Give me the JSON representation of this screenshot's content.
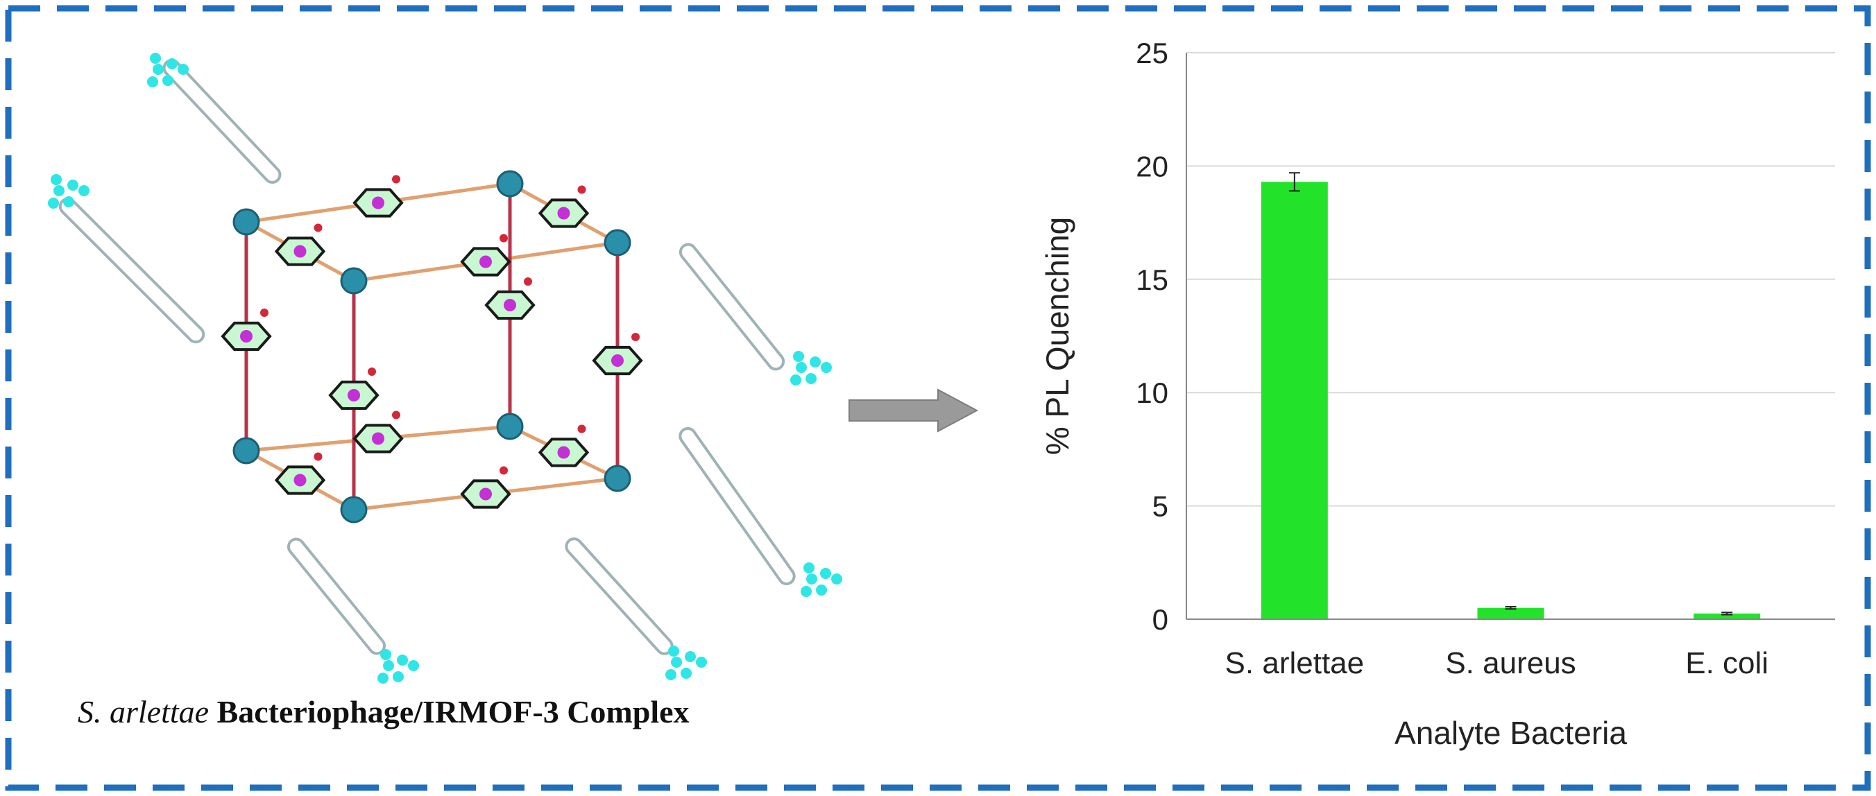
{
  "illustration": {
    "caption_italic": "S. arlettae",
    "caption_bold": "Bacteriophage/IRMOF-3 Complex"
  },
  "colors": {
    "frame": "#1f6fbf",
    "bar": "#22e32a",
    "grid": "#d9d9d9",
    "arrow": "#9a9a9a",
    "metal_node": "#2a8fa8",
    "phage": "#2ee6e6"
  },
  "chart_data": {
    "type": "bar",
    "categories": [
      "S. arlettae",
      "S. aureus",
      "E. coli"
    ],
    "values": [
      19.3,
      0.5,
      0.25
    ],
    "errors": [
      0.4,
      0.05,
      0.05
    ],
    "xlabel": "Analyte Bacteria",
    "ylabel": "% PL Quenching",
    "ylim": [
      0,
      25
    ],
    "yticks": [
      0,
      5,
      10,
      15,
      20,
      25
    ],
    "grid": true
  }
}
